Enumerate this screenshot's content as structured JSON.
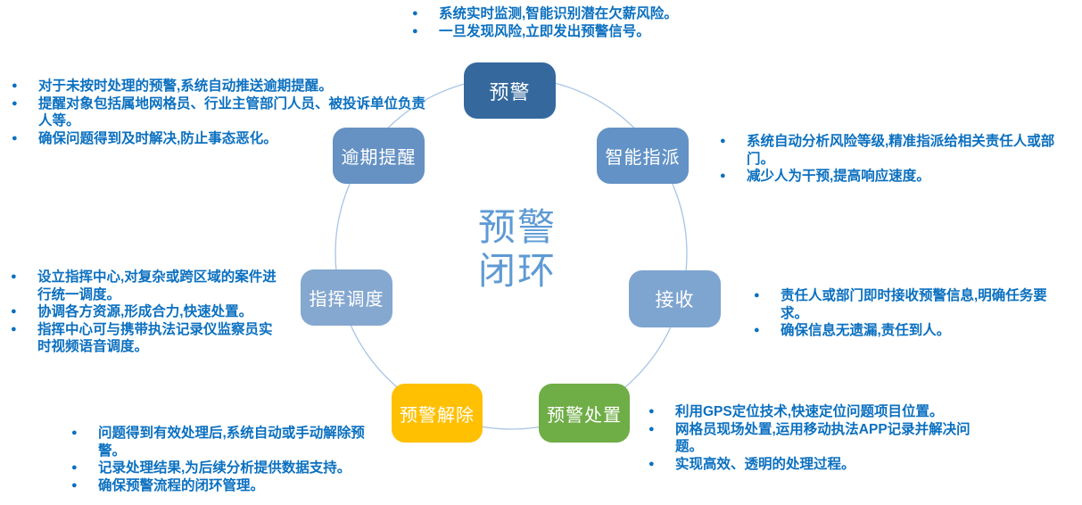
{
  "diagram": {
    "center_title": {
      "line1": "预警",
      "line2": "闭环"
    },
    "bullet_glyph": "●",
    "colors": {
      "text_blue": "#0B70C0",
      "title_blue": "#5E9AD4",
      "circle_stroke": "#A7C4E6"
    },
    "nodes": [
      {
        "id": "warning",
        "label": "预警",
        "color": "#35699E"
      },
      {
        "id": "smart-assign",
        "label": "智能指派",
        "color": "#6292C6"
      },
      {
        "id": "receive",
        "label": "接收",
        "color": "#7EA4D0"
      },
      {
        "id": "warning-handling",
        "label": "预警处置",
        "color": "#6FAD47"
      },
      {
        "id": "warning-release",
        "label": "预警解除",
        "color": "#FFC002"
      },
      {
        "id": "command-dispatch",
        "label": "指挥调度",
        "color": "#85A8D0"
      },
      {
        "id": "overdue-reminder",
        "label": "逾期提醒",
        "color": "#6591C3"
      }
    ],
    "groups": [
      {
        "for": "预警",
        "position": "top",
        "items": [
          "系统实时监测,智能识别潜在欠薪风险。",
          "一旦发现风险,立即发出预警信号。"
        ]
      },
      {
        "for": "智能指派",
        "position": "right-upper",
        "items": [
          "系统自动分析风险等级,精准指派给相关责任人或部门。",
          "减少人为干预,提高响应速度。"
        ]
      },
      {
        "for": "接收",
        "position": "right-middle",
        "items": [
          "责任人或部门即时接收预警信息,明确任务要求。",
          "确保信息无遗漏,责任到人。"
        ]
      },
      {
        "for": "预警处置",
        "position": "bottom-right",
        "items": [
          "利用GPS定位技术,快速定位问题项目位置。",
          "网格员现场处置,运用移动执法APP记录并解决问题。",
          "实现高效、透明的处理过程。"
        ]
      },
      {
        "for": "预警解除",
        "position": "bottom-left",
        "items": [
          "问题得到有效处理后,系统自动或手动解除预警。",
          "记录处理结果,为后续分析提供数据支持。",
          "确保预警流程的闭环管理。"
        ]
      },
      {
        "for": "指挥调度",
        "position": "left",
        "items": [
          "设立指挥中心,对复杂或跨区域的案件进行统一调度。",
          "协调各方资源,形成合力,快速处置。",
          "指挥中心可与携带执法记录仪监察员实时视频语音调度。"
        ]
      },
      {
        "for": "逾期提醒",
        "position": "top-left",
        "items": [
          "对于未按时处理的预警,系统自动推送逾期提醒。",
          "提醒对象包括属地网格员、行业主管部门人员、被投诉单位负责人等。",
          "确保问题得到及时解决,防止事态恶化。"
        ]
      }
    ]
  }
}
